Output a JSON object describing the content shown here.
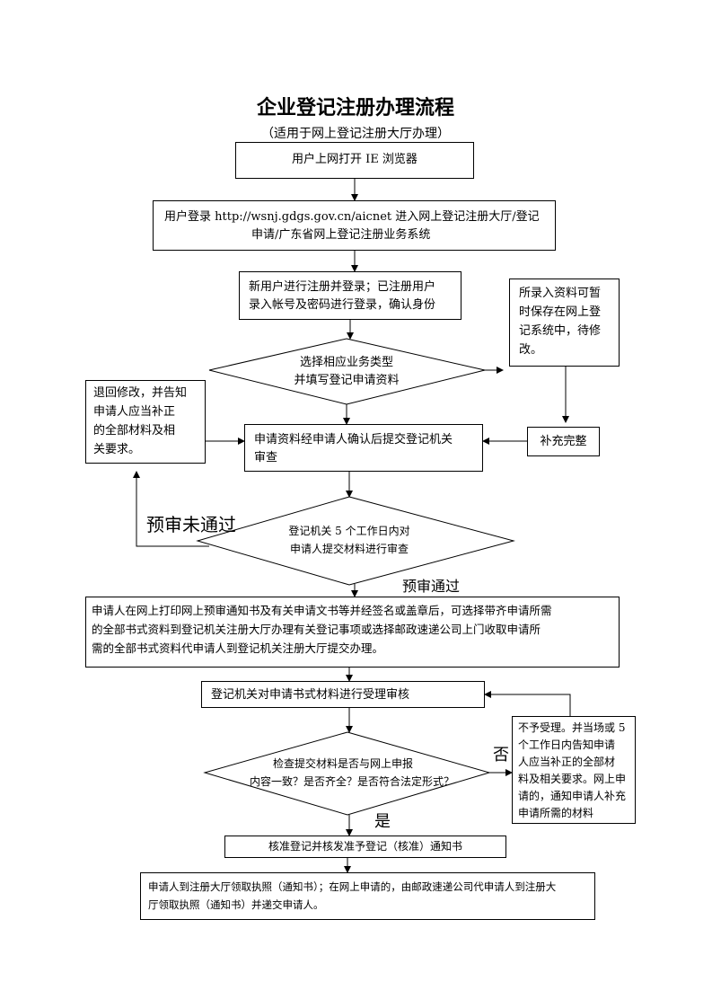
{
  "title": "企业登记注册办理流程",
  "subtitle": "（适用于网上登记注册大厅办理）",
  "steps": {
    "open_browser": "用户上网打开 IE 浏览器",
    "login_line1": "用户登录 http://wsnj.gdgs.gov.cn/aicnet 进入网上登记注册大厅/登记",
    "login_line2": "申请/广东省网上登记注册业务系统",
    "register_line1": "新用户进行注册并登录；已注册用户",
    "register_line2": "录入帐号及密码进行登录，确认身份",
    "select_line1": "选择相应业务类型",
    "select_line2": "并填写登记申请资料",
    "save_line1": "所录入资料可暂",
    "save_line2": "时保存在网上登",
    "save_line3": "记系统中，待修",
    "save_line4": "改。",
    "return_line1": "退回修改，并告知",
    "return_line2": "申请人应当补正",
    "return_line3": "的全部材料及相",
    "return_line4": "关要求。",
    "submit_line1": "申请资料经申请人确认后提交登记机关",
    "submit_line2": "审查",
    "supplement": "补充完整",
    "review_line1": "登记机关 5 个工作日内对",
    "review_line2": "申请人提交材料进行审查",
    "pre_fail": "预审未通过",
    "pre_pass": "预审通过",
    "print_line1": "申请人在网上打印网上预审通知书及有关申请文书等并经签名或盖章后，可选择带齐申请所需",
    "print_line2": "的全部书式资料到登记机关注册大厅办理有关登记事项或选择邮政速递公司上门收取申请所",
    "print_line3": "需的全部书式资料代申请人到登记机关注册大厅提交办理。",
    "accept": "登记机关对申请书式材料进行受理审核",
    "reject_line1": "不予受理。并当场或 5",
    "reject_line2": "个工作日内告知申请",
    "reject_line3": "人应当补正的全部材",
    "reject_line4": "料及相关要求。网上申",
    "reject_line5": "请的，通知申请人补充",
    "reject_line6": "申请所需的材料",
    "check_line1": "检查提交材料是否与网上申报",
    "check_line2": "内容一致？是否齐全？是否符合法定形式？",
    "no": "否",
    "yes": "是",
    "approve": "核准登记并核发准予登记（核准）通知书",
    "collect_line1": "申请人到注册大厅领取执照（通知书）；在网上申请的，由邮政速递公司代申请人到注册大",
    "collect_line2": "厅领取执照（通知书）并递交申请人。"
  }
}
